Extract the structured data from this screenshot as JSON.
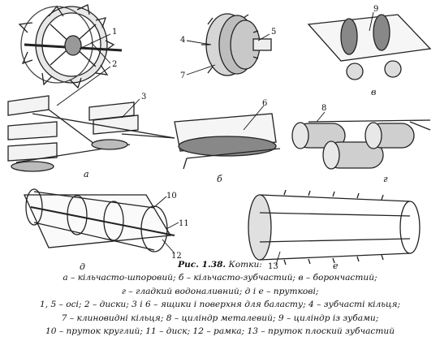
{
  "figure": {
    "part_labels": {
      "n1": "1",
      "n2": "2",
      "n3": "3",
      "n4": "4",
      "n5": "5",
      "n6": "6",
      "n7": "7",
      "n8": "8",
      "n9": "9",
      "n10": "10",
      "n11": "11",
      "n12": "12",
      "n13": "13"
    },
    "sub_labels": {
      "a": "а",
      "b": "б",
      "v": "в",
      "g": "г",
      "d": "д",
      "e": "е"
    }
  },
  "caption": {
    "title_prefix": "Рис. 1.38.",
    "title_rest": " Котки:",
    "lines": [
      "а – кільчасто-шпоровий; б – кільчасто-зубчастий; в – борончастий;",
      "г – гладкий водоналивний; д і е – пруткові;",
      "1, 5 – осі; 2 – диски; 3 і 6 – ящики і поверхня для баласту; 4 – зубчасті кільця;",
      "7 – клиновидні кільця; 8 – циліндр металевий; 9 – циліндр із зубами;",
      "10 – пруток круглий; 11 – диск; 12 – рамка; 13 – пруток плоский зубчастий"
    ]
  }
}
